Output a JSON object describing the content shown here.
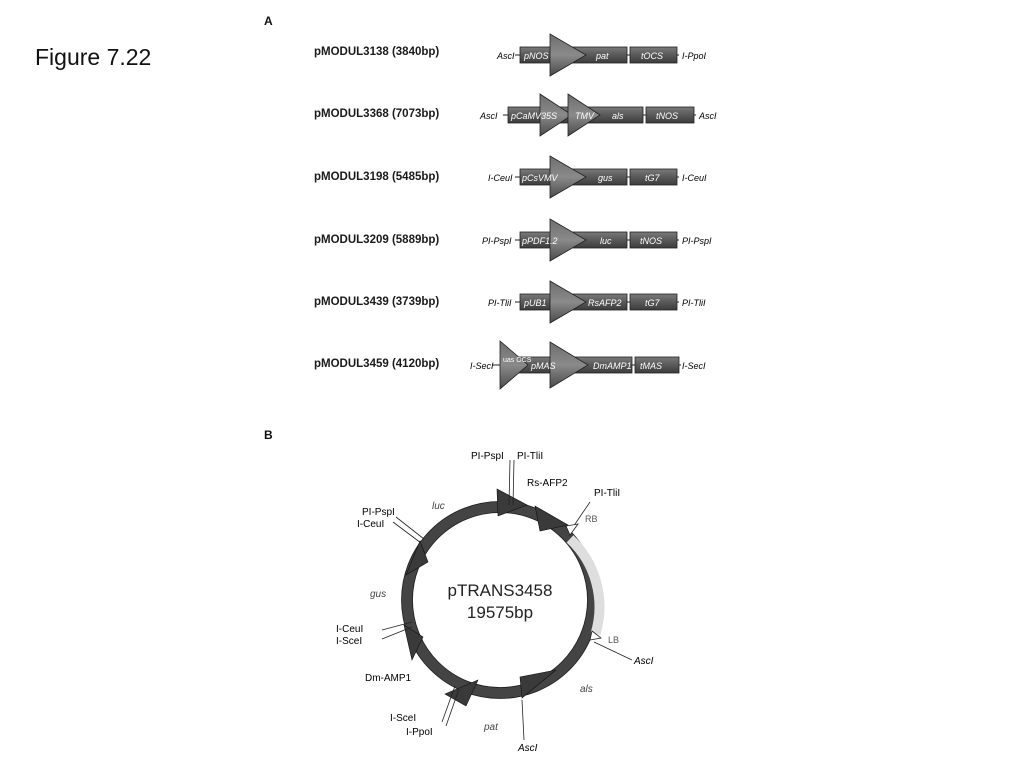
{
  "figure_title": "Figure 7.22",
  "panel_a": {
    "label": "A",
    "constructs": [
      {
        "name": "pMODUL3138 (3840bp)",
        "left_site": "AscI",
        "right_site": "I-PpoI",
        "promoter": "pNOS",
        "gene": "pat",
        "terminator": "tOCS"
      },
      {
        "name": "pMODUL3368 (7073bp)",
        "left_site": "AscI",
        "right_site": "AscI",
        "promoter": "pCaMV35S",
        "extra": "TMV",
        "gene": "als",
        "terminator": "tNOS"
      },
      {
        "name": "pMODUL3198 (5485bp)",
        "left_site": "I-CeuI",
        "right_site": "I-CeuI",
        "promoter": "pCsVMV",
        "gene": "gus",
        "terminator": "tG7"
      },
      {
        "name": "pMODUL3209 (5889bp)",
        "left_site": "PI-PspI",
        "right_site": "PI-PspI",
        "promoter": "pPDF1.2",
        "gene": "luc",
        "terminator": "tNOS"
      },
      {
        "name": "pMODUL3439 (3739bp)",
        "left_site": "PI-TliI",
        "right_site": "PI-TliI",
        "promoter": "pUB1",
        "gene": "RsAFP2",
        "terminator": "tG7"
      },
      {
        "name": "pMODUL3459 (4120bp)",
        "left_site": "I-SecI",
        "right_site": "I-SecI",
        "enhancer": "uas OCS",
        "promoter": "pMAS",
        "gene": "DmAMP1",
        "terminator": "tMAS"
      }
    ]
  },
  "panel_b": {
    "label": "B",
    "plasmid_name": "pTRANS3458",
    "plasmid_size": "19575bp",
    "labels": {
      "psp_top": "PI-PspI",
      "tli_top": "PI-TliI",
      "rsafp2": "Rs-AFP2",
      "tli_right": "PI-TliI",
      "rb": "RB",
      "lb": "LB",
      "asc_right": "AscI",
      "als": "als",
      "asc_bottom": "AscI",
      "pat": "pat",
      "ppo": "I-PpoI",
      "sce_bottom": "I-SceI",
      "dmamp1": "Dm-AMP1",
      "sce_left": "I-SceI",
      "ceu_left": "I-CeuI",
      "gus": "gus",
      "ceu_top": "I-CeuI",
      "psp_left": "PI-PspI",
      "luc": "luc"
    }
  },
  "colors": {
    "feature_dark": "#5a5a5a",
    "feature_border": "#222222",
    "backbone_light": "#dcdcdc"
  }
}
